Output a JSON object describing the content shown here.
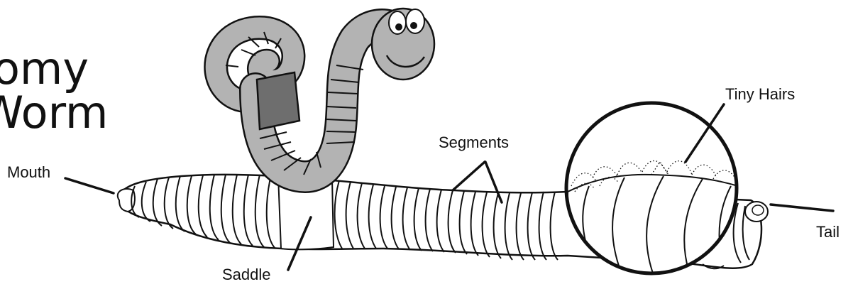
{
  "title": {
    "line1": "omy",
    "line2": "Worm"
  },
  "labels": {
    "mouth": "Mouth",
    "saddle": "Saddle",
    "segments": "Segments",
    "tiny_hairs": "Tiny Hairs",
    "tail": "Tail"
  },
  "colors": {
    "ink": "#111111",
    "cartoon_worm_body": "#b3b3b3",
    "cartoon_worm_saddle": "#6e6e6e",
    "background": "#ffffff"
  }
}
